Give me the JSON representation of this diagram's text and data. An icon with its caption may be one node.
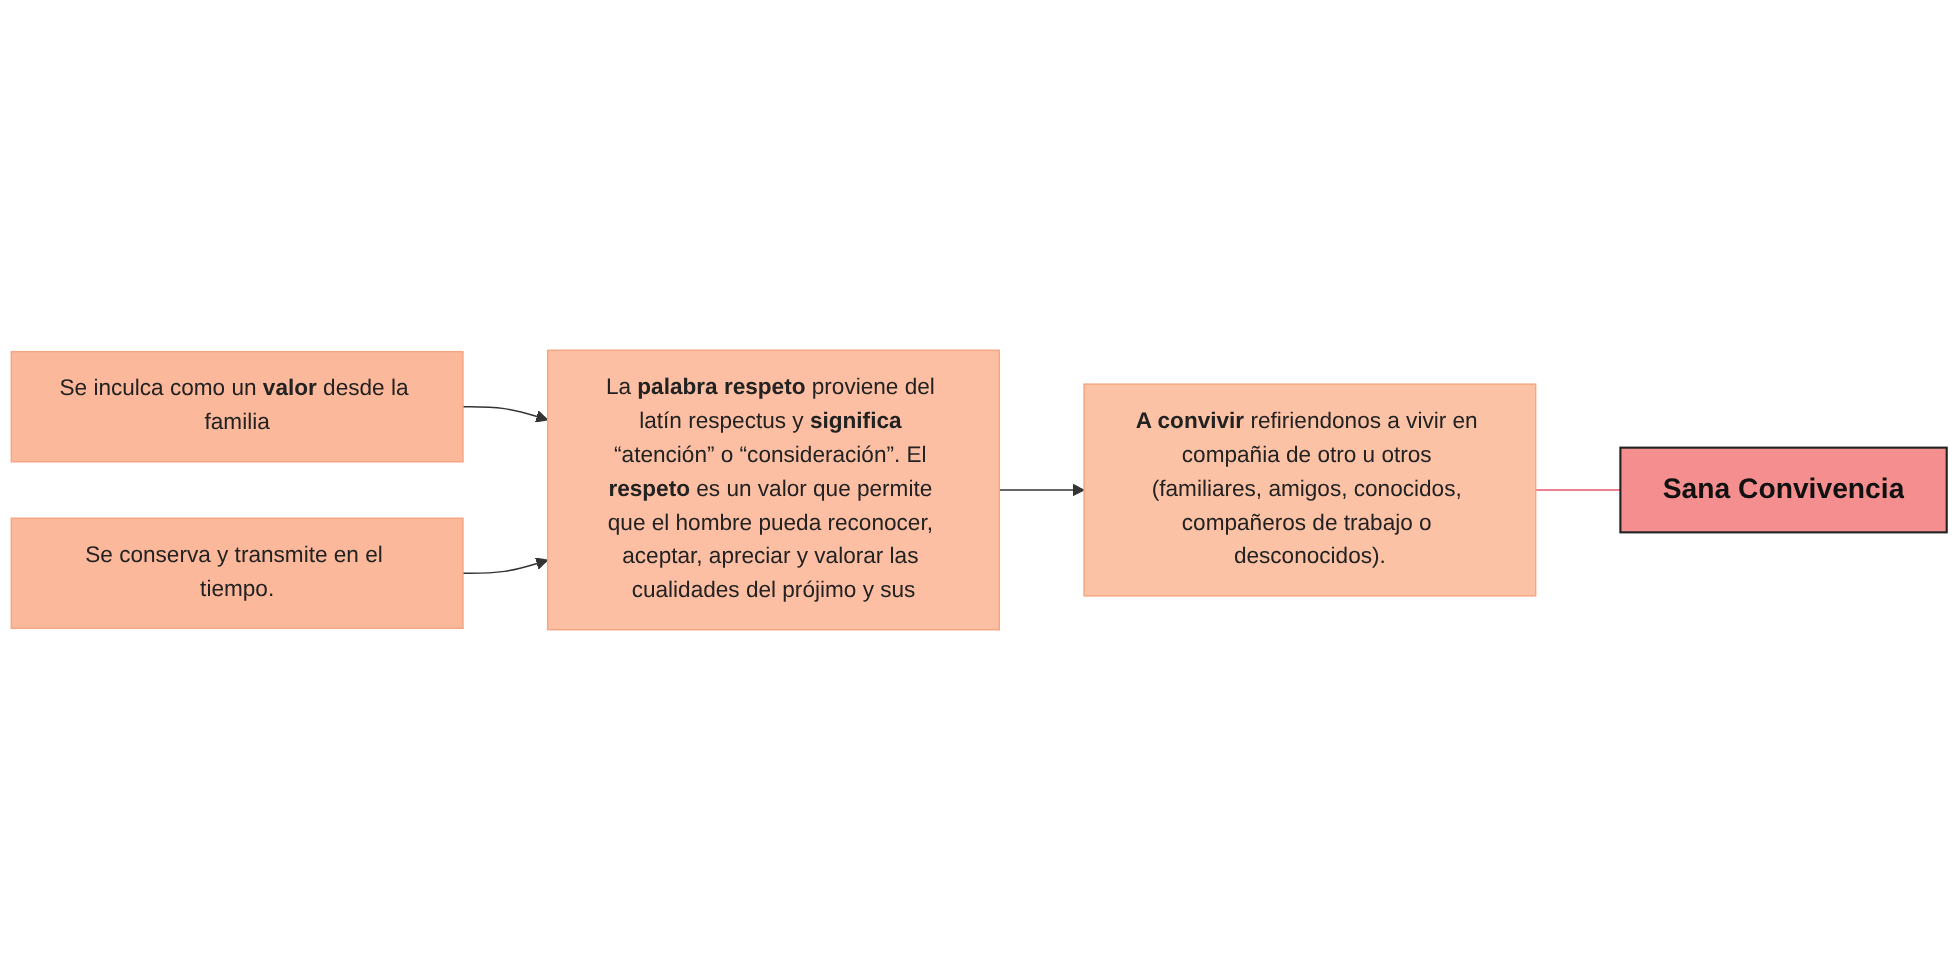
{
  "diagram": {
    "nodes": [
      {
        "text": [
          "Se inculca como un **valor** desde la familia"
        ]
      },
      {
        "text": [
          "La **palabra respeto** proviene del latín respectus y **significa** “atención” o “consideración”. El **respeto** es un valor que permite que el hombre pueda reconocer, aceptar, apreciar y valorar las cualidades del prójimo y sus"
        ]
      },
      {
        "text": [
          "**A convivir** refiriendonos a vivir en compañia de otro u otros (familiares, amigos, conocidos, compañeros de trabajo o desconocidos)."
        ]
      },
      {
        "text": [
          "Sana Convivencia"
        ]
      },
      {
        "text": [
          "Se conserva y transmite en el tiempo."
        ]
      }
    ],
    "edges": [
      {
        "from": 0,
        "to": 1,
        "arrow": "to"
      },
      {
        "from": 4,
        "to": 1,
        "arrow": "to"
      },
      {
        "from": 1,
        "to": 2,
        "arrow": "to"
      },
      {
        "from": 2,
        "to": 3,
        "arrow": "none",
        "color": "#e8576a"
      }
    ]
  }
}
